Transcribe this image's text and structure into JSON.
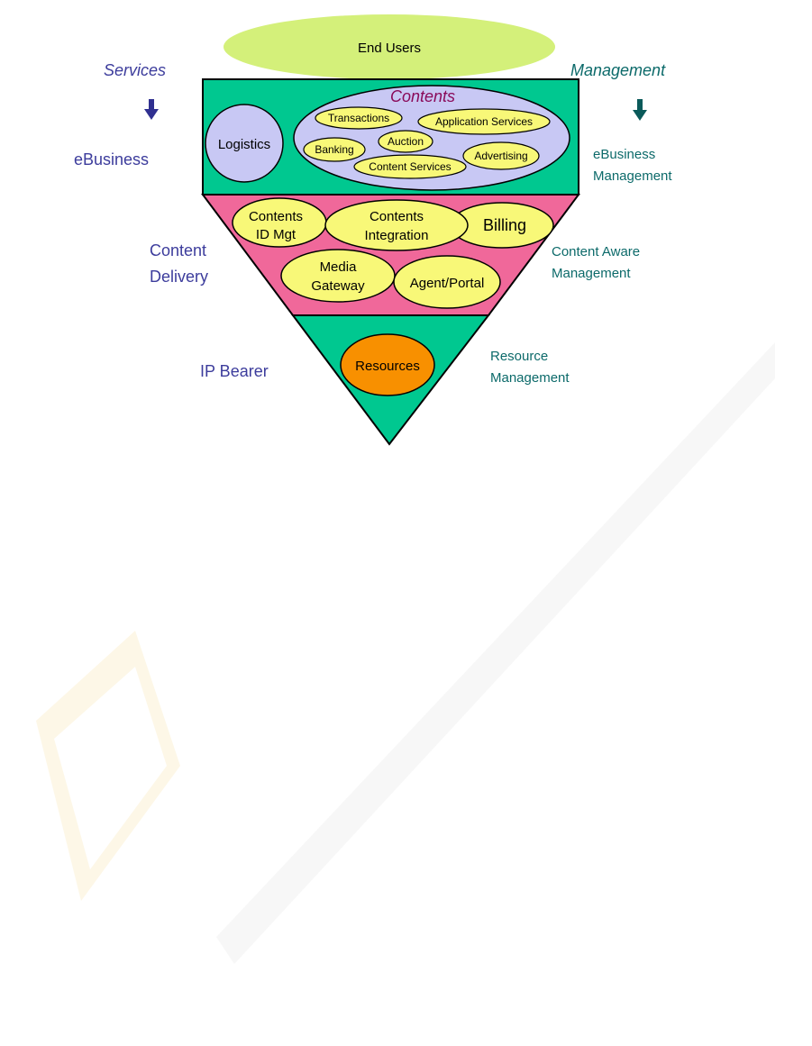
{
  "colors": {
    "green_panel": "#00c890",
    "pink_panel": "#f0689a",
    "yellow_node": "#f8f878",
    "lavender": "#c8c8f4",
    "end_users_fill": "#d4f07a",
    "orange_node": "#f89000",
    "blue_text": "#3c3c9c",
    "teal_text": "#0c6a6a",
    "contents_title": "#8a0a5a",
    "services_arrow": "#303090",
    "management_arrow": "#0a5a5a"
  },
  "top": {
    "end_users": "End Users"
  },
  "left": {
    "services": "Services",
    "ebusiness": "eBusiness",
    "content_delivery_1": "Content",
    "content_delivery_2": "Delivery",
    "ip_bearer": "IP Bearer"
  },
  "right": {
    "management": "Management",
    "ebusiness_mgmt_1": "eBusiness",
    "ebusiness_mgmt_2": "Management",
    "content_aware_1": "Content Aware",
    "content_aware_2": "Management",
    "resource_mgmt_1": "Resource",
    "resource_mgmt_2": "Management"
  },
  "ebusiness_layer": {
    "logistics": "Logistics",
    "contents_title": "Contents",
    "items": {
      "transactions": "Transactions",
      "application_services": "Application Services",
      "banking": "Banking",
      "auction": "Auction",
      "advertising": "Advertising",
      "content_services": "Content Services"
    }
  },
  "delivery_layer": {
    "contents_id_mgt_1": "Contents",
    "contents_id_mgt_2": "ID Mgt",
    "contents_integration_1": "Contents",
    "contents_integration_2": "Integration",
    "billing": "Billing",
    "media_gateway_1": "Media",
    "media_gateway_2": "Gateway",
    "agent_portal": "Agent/Portal"
  },
  "bearer_layer": {
    "resources": "Resources"
  }
}
